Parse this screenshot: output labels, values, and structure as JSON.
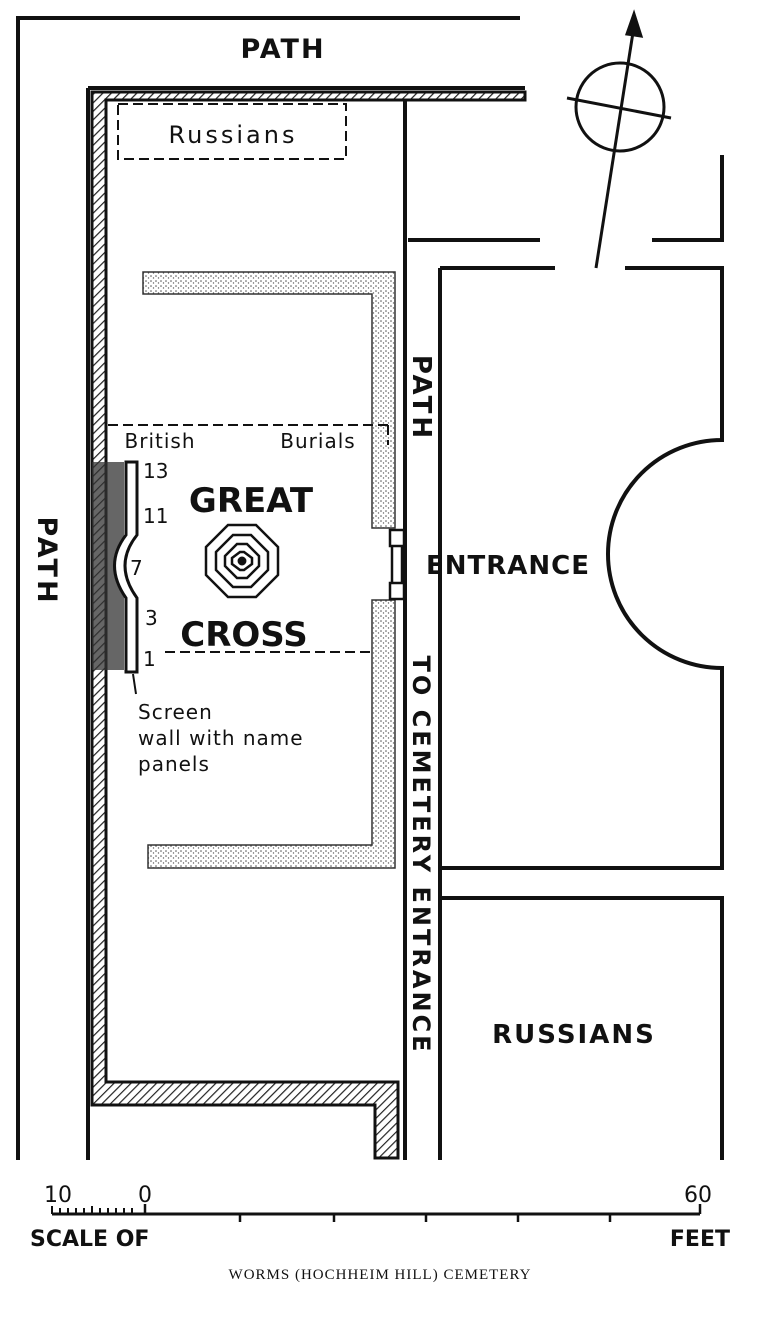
{
  "labels": {
    "path_top": "PATH",
    "path_left": "PATH",
    "path_right": "PATH",
    "russians_small": "Russians",
    "british": "British",
    "burials": "Burials",
    "great": "GREAT",
    "cross": "CROSS",
    "entrance": "ENTRANCE",
    "to_cemetery_entrance": "TO CEMETERY ENTRANCE",
    "russians_large": "RUSSIANS",
    "screen_wall": "Screen",
    "screen_wall_2": "wall with name",
    "screen_wall_3": "panels"
  },
  "panel_numbers": [
    "13",
    "11",
    "7",
    "3",
    "1"
  ],
  "scale": {
    "left_value": "10",
    "zero_value": "0",
    "right_value": "60",
    "left_caption": "SCALE OF",
    "right_caption": "FEET"
  },
  "caption": "WORMS (HOCHHEIM HILL) CEMETERY",
  "icons": {
    "north": "north-arrow-icon",
    "cross": "octagon-cross-icon"
  },
  "colors": {
    "ink": "#111111",
    "paper": "#ffffff",
    "hatch": "#222222",
    "stipple": "#555555"
  }
}
